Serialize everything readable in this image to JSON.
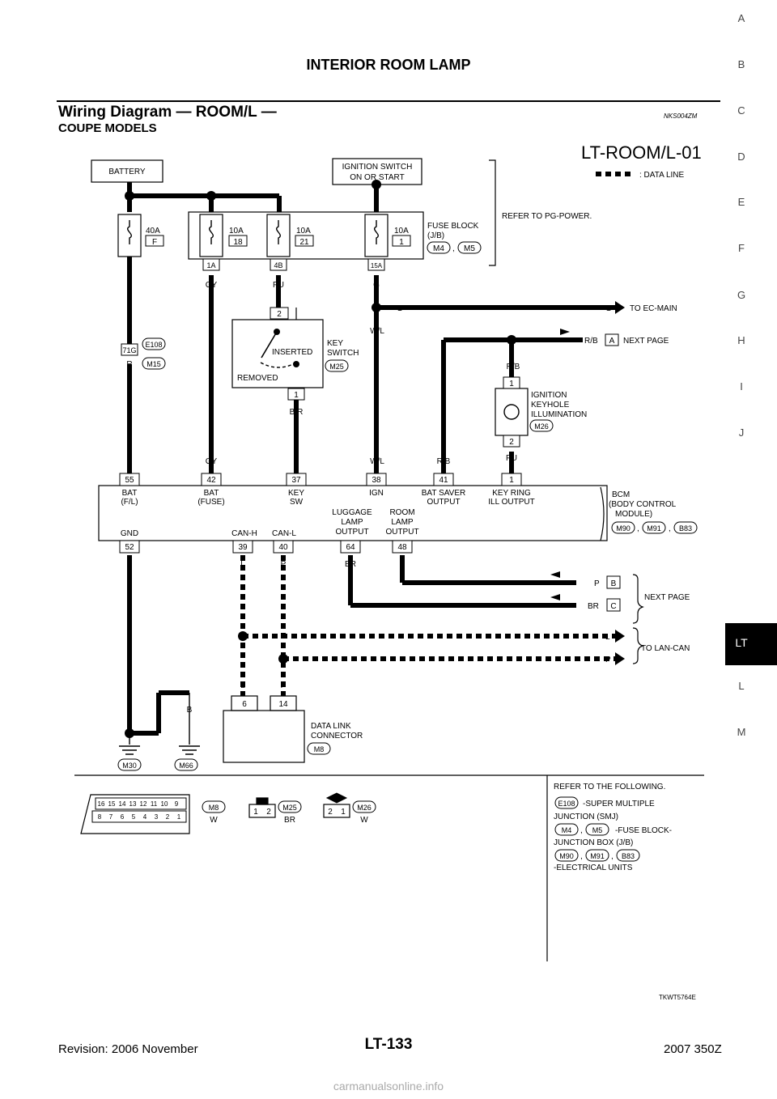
{
  "header": {
    "title": "INTERIOR ROOM LAMP",
    "section_title": "Wiring Diagram — ROOM/L —",
    "section_code": "NKS004ZM",
    "subtitle": "COUPE MODELS",
    "diagram_id": "LT-ROOM/L-01"
  },
  "legend": {
    "data_line": ": DATA LINE"
  },
  "top": {
    "battery": "BATTERY",
    "ign_line1": "IGNITION SWITCH",
    "ign_line2": "ON OR START",
    "refer_power": "REFER TO PG-POWER.",
    "fuse_block_line1": "FUSE BLOCK",
    "fuse_block_line2": "(J/B)",
    "fuse_block_conn1": "M4",
    "fuse_block_conn2": "M5",
    "fuses": [
      {
        "amp": "40A",
        "num": "F",
        "term": "",
        "wire": "R"
      },
      {
        "amp": "10A",
        "num": "18",
        "term": "1A",
        "wire": "GY"
      },
      {
        "amp": "10A",
        "num": "21",
        "term": "4B",
        "wire": "PU"
      },
      {
        "amp": "10A",
        "num": "1",
        "term": "15A",
        "wire": "G"
      }
    ]
  },
  "middle": {
    "to_ec_main": "TO EC-MAIN",
    "g_left": "G",
    "g_right": "G",
    "wl": "W/L",
    "wl_lower": "W/L",
    "rb_top": "R/B",
    "rb_right": "R/B",
    "next_page": "NEXT PAGE",
    "conn_a": "A",
    "r_upper": "R",
    "r_mid": "R",
    "r_lower": "R",
    "e108": "E108",
    "m15": "M15",
    "joint": "71G",
    "gy_lower": "GY",
    "key_pin_top": "2",
    "key_pin_bottom": "1",
    "key_inserted": "INSERTED",
    "key_removed": "REMOVED",
    "key_switch_line1": "KEY",
    "key_switch_line2": "SWITCH",
    "key_conn": "M25",
    "br_label": "B/R",
    "ikh_line1": "IGNITION",
    "ikh_line2": "KEYHOLE",
    "ikh_line3": "ILLUMINATION",
    "ikh_conn": "M26",
    "ikh_pin1": "1",
    "ikh_pin2": "2",
    "pu_lower": "PU",
    "rb_lower": "R/B"
  },
  "bcm": {
    "top_pins": [
      {
        "num": "55",
        "label1": "BAT",
        "label2": "(F/L)"
      },
      {
        "num": "42",
        "label1": "BAT",
        "label2": "(FUSE)"
      },
      {
        "num": "37",
        "label1": "KEY",
        "label2": "SW"
      },
      {
        "num": "38",
        "label1": "IGN",
        "label2": ""
      },
      {
        "num": "41",
        "label1": "BAT SAVER",
        "label2": "OUTPUT"
      },
      {
        "num": "1",
        "label1": "KEY RING",
        "label2": "ILL OUTPUT"
      }
    ],
    "bottom_pins": [
      {
        "num": "52",
        "label": "GND"
      },
      {
        "num": "39",
        "label": "CAN-H"
      },
      {
        "num": "40",
        "label": "CAN-L"
      },
      {
        "num": "64",
        "label": "LUGGAGE\nLAMP\nOUTPUT"
      },
      {
        "num": "48",
        "label": "ROOM\nLAMP\nOUTPUT"
      }
    ],
    "name_line1": "BCM",
    "name_line2": "(BODY CONTROL",
    "name_line3": "MODULE)",
    "conn1": "M90",
    "conn2": "M91",
    "conn3": "B83"
  },
  "lower": {
    "b_wire": "B",
    "l_wire": "L",
    "p_wire": "P",
    "br_wire": "BR",
    "p_wire2": "P",
    "p_right": "P",
    "conn_b": "B",
    "br_right": "BR",
    "conn_c": "C",
    "next_page": "NEXT PAGE",
    "l_right": "L",
    "p_right2": "P",
    "to_lan_can": "TO LAN-CAN",
    "l_lower": "L",
    "p_lower": "P",
    "dlc_pin1": "6",
    "dlc_pin2": "14",
    "dlc_line1": "DATA LINK",
    "dlc_line2": "CONNECTOR",
    "dlc_conn": "M8",
    "b_gnd1": "B",
    "b_gnd2": "B",
    "b_gnd3": "B",
    "gnd1": "M30",
    "gnd2": "M66"
  },
  "connectors": {
    "m8_top": [
      "16",
      "15",
      "14",
      "13",
      "12",
      "11",
      "10",
      "9"
    ],
    "m8_bottom": [
      "8",
      "7",
      "6",
      "5",
      "4",
      "3",
      "2",
      "1"
    ],
    "m8_name": "M8",
    "m8_color": "W",
    "m25_pins": [
      "1",
      "2"
    ],
    "m25_name": "M25",
    "m25_color": "BR",
    "m26_pins": [
      "2",
      "1"
    ],
    "m26_name": "M26",
    "m26_color": "W"
  },
  "refer": {
    "title": "REFER TO THE FOLLOWING.",
    "e108": "E108",
    "e108_text1": "-SUPER MULTIPLE",
    "e108_text2": "JUNCTION (SMJ)",
    "m4": "M4",
    "m5": "M5",
    "fb_text1": "-FUSE BLOCK-",
    "fb_text2": "JUNCTION BOX (J/B)",
    "m90": "M90",
    "m91": "M91",
    "b83": "B83",
    "eu_text": "-ELECTRICAL UNITS"
  },
  "image_code": "TKWT5764E",
  "side_index": [
    "A",
    "B",
    "C",
    "D",
    "E",
    "F",
    "G",
    "H",
    "I",
    "J",
    "L",
    "M"
  ],
  "side_active": "LT",
  "footer": {
    "revision": "Revision: 2006 November",
    "page": "LT-133",
    "model": "2007 350Z",
    "watermark": "carmanualsonline.info"
  }
}
